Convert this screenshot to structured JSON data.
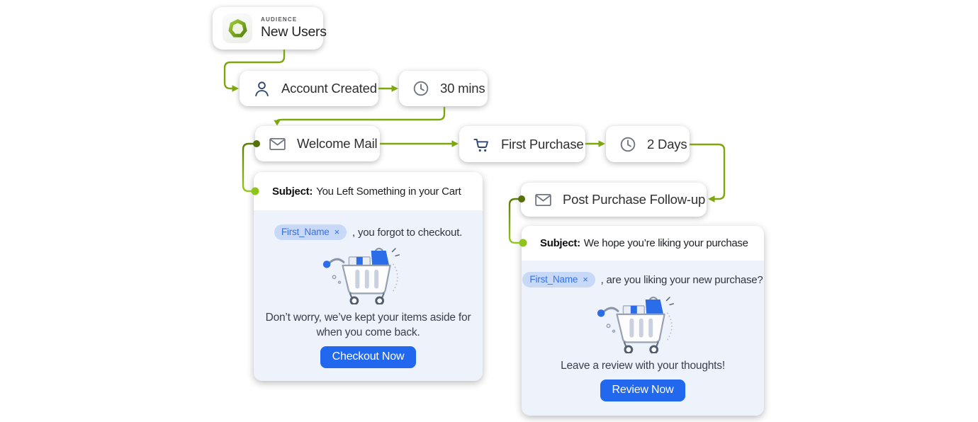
{
  "palette": {
    "connector_green": "#7CA80D",
    "dot_source_green": "#57700A",
    "dot_target_green": "#8FC41C",
    "accent_blue": "#2268EF",
    "chip_bg": "#C8D9F8",
    "chip_text": "#3671E8",
    "email_body_bg": "#EDF2FB",
    "navy_icon": "#31486E",
    "gray_icon": "#6E7681"
  },
  "flow": {
    "audience": {
      "kicker": "AUDIENCE",
      "label": "New Users",
      "icon": "heptagon-audience-icon"
    },
    "nodes": [
      {
        "label": "Account Created",
        "icon": "user-icon"
      },
      {
        "label": "30 mins",
        "icon": "clock-icon"
      },
      {
        "label": "Welcome Mail",
        "icon": "mail-icon"
      },
      {
        "label": "First Purchase",
        "icon": "cart-icon"
      },
      {
        "label": "2 Days",
        "icon": "clock-icon"
      },
      {
        "label": "Post Purchase Follow-up",
        "icon": "mail-icon"
      }
    ]
  },
  "emails": {
    "cart_reminder": {
      "subject_label": "Subject:",
      "subject": "You Left Something in your Cart",
      "merge_tag": "First_Name",
      "merge_tag_remove": "×",
      "greeting_suffix": ", you forgot to checkout.",
      "body": "Don’t worry, we’ve kept your items aside for when you come back.",
      "cta": "Checkout Now"
    },
    "post_purchase": {
      "subject_label": "Subject:",
      "subject": "We hope you’re liking your purchase",
      "merge_tag": "First_Name",
      "merge_tag_remove": "×",
      "greeting_suffix": ", are you liking your new purchase?",
      "body": "Leave a review with your thoughts!",
      "cta": "Review Now"
    }
  }
}
